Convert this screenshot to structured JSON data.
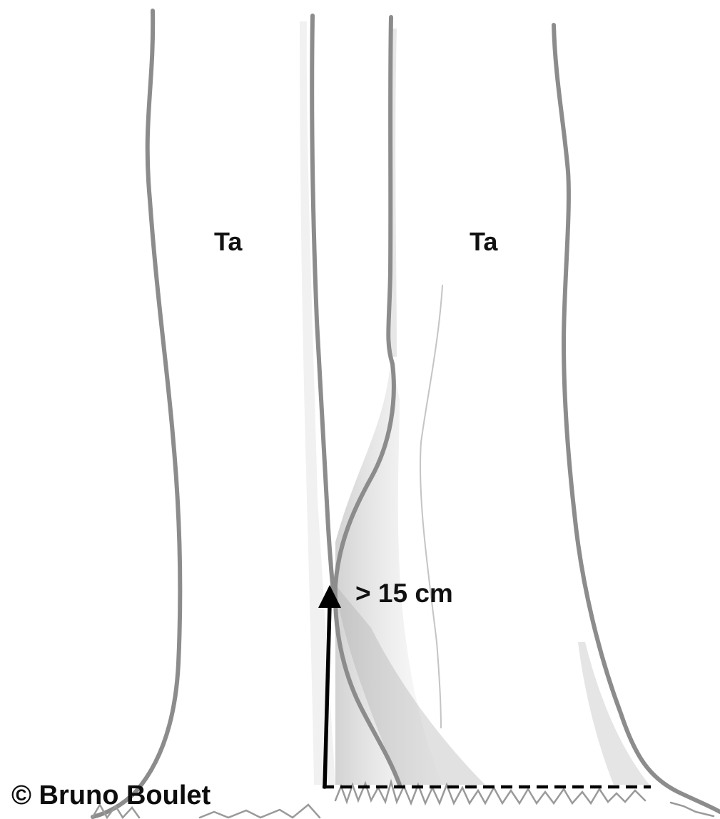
{
  "labels": {
    "trunk_left": "Ta",
    "trunk_right": "Ta",
    "height_threshold": "> 15 cm",
    "copyright": "© Bruno Boulet"
  },
  "colors": {
    "pencil_outline": "#8a8a8a",
    "pencil_shading": "#b5b5b5",
    "arrow": "#000000",
    "text": "#111111",
    "background": "#ffffff"
  }
}
